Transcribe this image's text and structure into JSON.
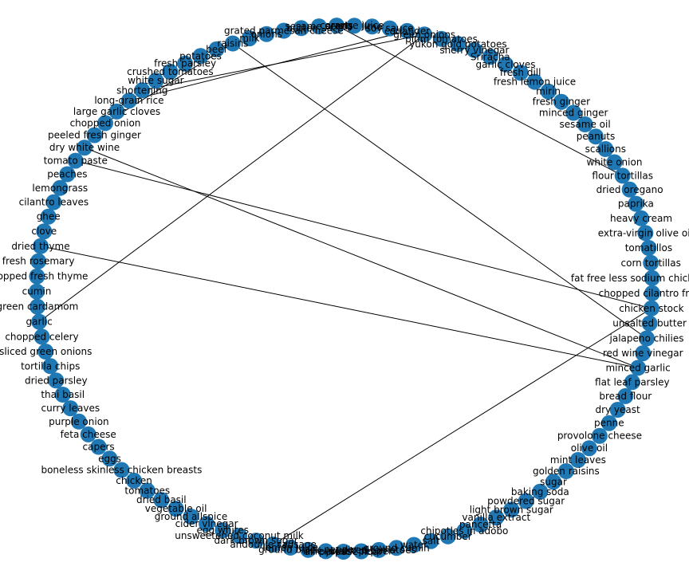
{
  "graph": {
    "node_color": "#1f78b4",
    "edge_color": "#000000",
    "nodes": [
      "coriander",
      "green onions",
      "plum tomatoes",
      "yukon gold potatoes",
      "sherry vinegar",
      "Sriracha",
      "garlic cloves",
      "fresh dill",
      "fresh lemon juice",
      "mirin",
      "fresh ginger",
      "minced ginger",
      "sesame oil",
      "peanuts",
      "scallions",
      "white onion",
      "flour tortillas",
      "dried oregano",
      "paprika",
      "heavy cream",
      "extra-virgin olive oil",
      "tomatillos",
      "corn tortillas",
      "fat free less sodium chicken broth",
      "chopped cilantro fresh",
      "chicken stock",
      "unsalted butter",
      "jalapeno chilies",
      "red wine vinegar",
      "minced garlic",
      "flat leaf parsley",
      "bread flour",
      "dry yeast",
      "penne",
      "provolone cheese",
      "olive oil",
      "mint leaves",
      "golden raisins",
      "sugar",
      "baking soda",
      "powdered sugar",
      "light brown sugar",
      "vanilla extract",
      "pancetta",
      "chipotles in adobo",
      "cucumber",
      "salt",
      "water",
      "ground cumin",
      "diced tomatoes",
      "black pepper",
      "all-purpose flour",
      "lime juice",
      "ground black pepper",
      "lemon juice",
      "andouille sausage",
      "dark brown sugar",
      "unsweetened coconut milk",
      "egg whites",
      "cider vinegar",
      "ground allspice",
      "vegetable oil",
      "dried basil",
      "tomatoes",
      "chicken",
      "boneless skinless chicken breasts",
      "eggs",
      "capers",
      "feta cheese",
      "purple onion",
      "curry leaves",
      "thai basil",
      "dried parsley",
      "tortilla chips",
      "sliced green onions",
      "chopped celery",
      "garlic",
      "green cardamom",
      "cumin",
      "chopped fresh thyme",
      "fresh rosemary",
      "dried thyme",
      "clove",
      "ghee",
      "cilantro leaves",
      "lemongrass",
      "peaches",
      "tomato paste",
      "dry white wine",
      "peeled fresh ginger",
      "chopped onion",
      "large garlic cloves",
      "long-grain rice",
      "shortening",
      "white sugar",
      "crushed tomatoes",
      "fresh parsley",
      "potatoes",
      "beef",
      "raisins",
      "milk",
      "onions",
      "grated parmesan cheese",
      "butter",
      "sesame seeds",
      "carrots",
      "orange juice",
      "lime",
      "soy sauce"
    ],
    "edges": [
      [
        "garlic",
        "green onions"
      ],
      [
        "shortening",
        "green onions"
      ],
      [
        "long-grain rice",
        "coriander"
      ],
      [
        "chopped onion",
        "raisins"
      ],
      [
        "flour tortillas",
        "carrots"
      ],
      [
        "chicken stock",
        "tomato paste"
      ],
      [
        "minced garlic",
        "dried thyme"
      ],
      [
        "jalapeno chilies",
        "raisins"
      ],
      [
        "dry white wine",
        "minced garlic"
      ],
      [
        "chicken stock",
        "andouille sausage"
      ]
    ]
  }
}
